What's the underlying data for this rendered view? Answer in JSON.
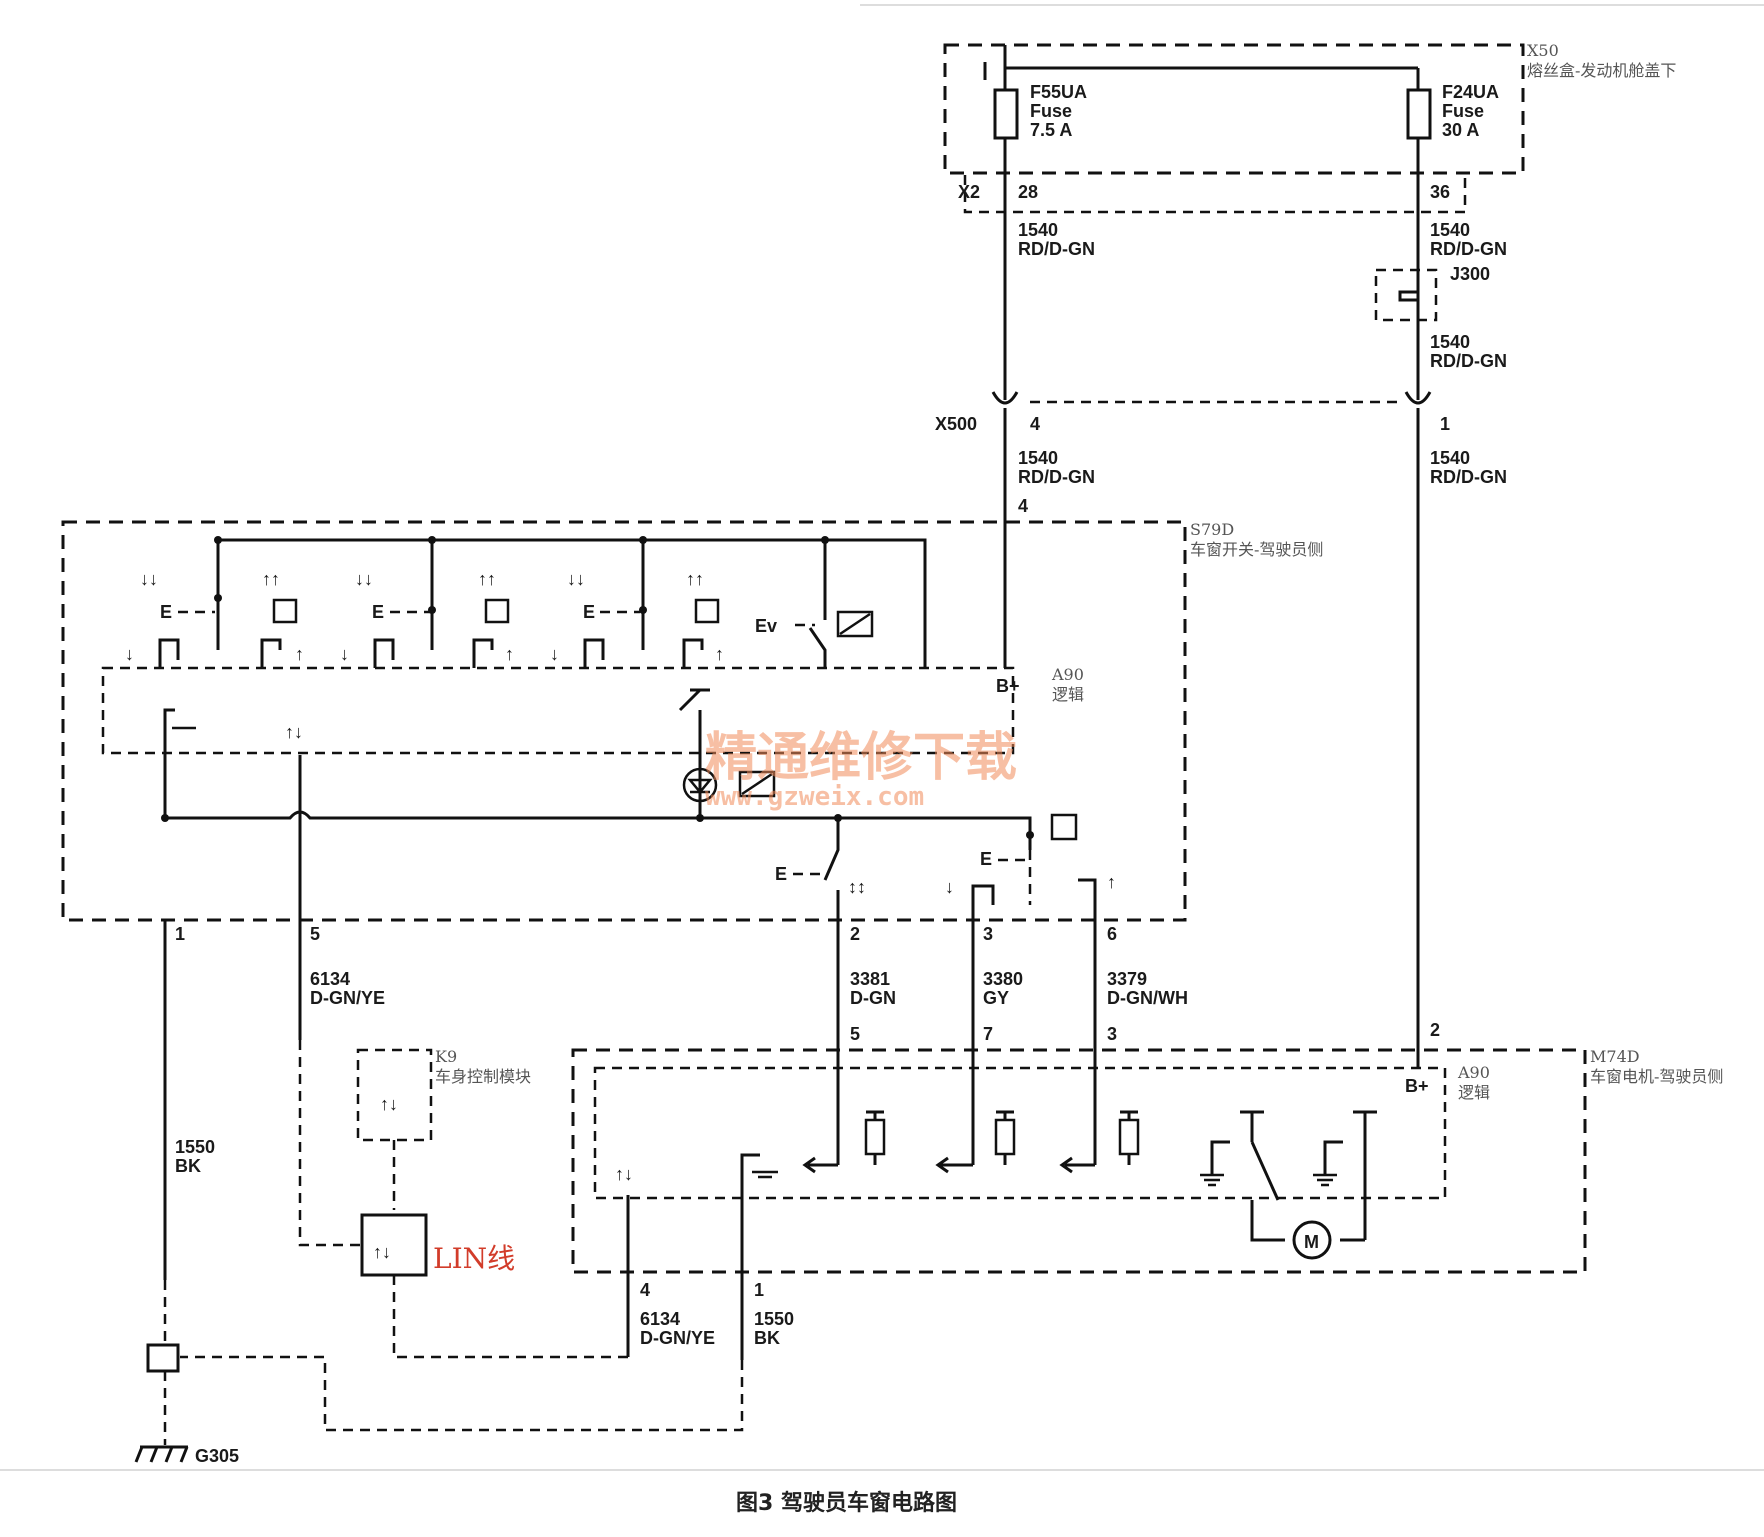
{
  "fuse_box": {
    "id": "X50",
    "name": "熔丝盒-发动机舱盖下",
    "connector": "X2",
    "fuse_a": {
      "name": "F55UA",
      "type": "Fuse",
      "rating": "7.5 A",
      "pin": "28"
    },
    "fuse_b": {
      "name": "F24UA",
      "type": "Fuse",
      "rating": "30 A",
      "pin": "36"
    }
  },
  "splice": {
    "id": "J300"
  },
  "inline_connector": {
    "id": "X500",
    "pin_a": "4",
    "pin_b": "1"
  },
  "wires": {
    "w1540_a1": {
      "circuit": "1540",
      "color": "RD/D-GN"
    },
    "w1540_b1": {
      "circuit": "1540",
      "color": "RD/D-GN"
    },
    "w1540_b2": {
      "circuit": "1540",
      "color": "RD/D-GN"
    },
    "w1540_a2": {
      "circuit": "1540",
      "color": "RD/D-GN"
    },
    "w1540_b3": {
      "circuit": "1540",
      "color": "RD/D-GN"
    },
    "w6134_a": {
      "circuit": "6134",
      "color": "D-GN/YE"
    },
    "w3381": {
      "circuit": "3381",
      "color": "D-GN"
    },
    "w3380": {
      "circuit": "3380",
      "color": "GY"
    },
    "w3379": {
      "circuit": "3379",
      "color": "D-GN/WH"
    },
    "w1550_a": {
      "circuit": "1550",
      "color": "BK"
    },
    "w6134_b": {
      "circuit": "6134",
      "color": "D-GN/YE"
    },
    "w1550_b": {
      "circuit": "1550",
      "color": "BK"
    }
  },
  "switch_module": {
    "id": "S79D",
    "name": "车窗开关-驾驶员侧",
    "logic": {
      "id": "A90",
      "name": "逻辑",
      "bplus": "B+"
    },
    "pins": {
      "p4": "4",
      "p1": "1",
      "p5": "5",
      "p2": "2",
      "p3": "3",
      "p6": "6"
    },
    "switch_labels": {
      "e": "E",
      "ev": "Ev"
    }
  },
  "bcm": {
    "id": "K9",
    "name": "车身控制模块"
  },
  "lin_label": "LIN线",
  "motor": {
    "id": "M74D",
    "name": "车窗电机-驾驶员侧",
    "logic": {
      "id": "A90",
      "name": "逻辑",
      "bplus": "B+"
    },
    "motor_symbol": "M",
    "pins": {
      "p5": "5",
      "p7": "7",
      "p3": "3",
      "p2": "2",
      "p4": "4",
      "p1": "1"
    }
  },
  "ground": {
    "id": "G305"
  },
  "watermark": {
    "cn": "精通维修下载",
    "url": "www.gzweix.com"
  },
  "caption": "图3 驾驶员车窗电路图"
}
